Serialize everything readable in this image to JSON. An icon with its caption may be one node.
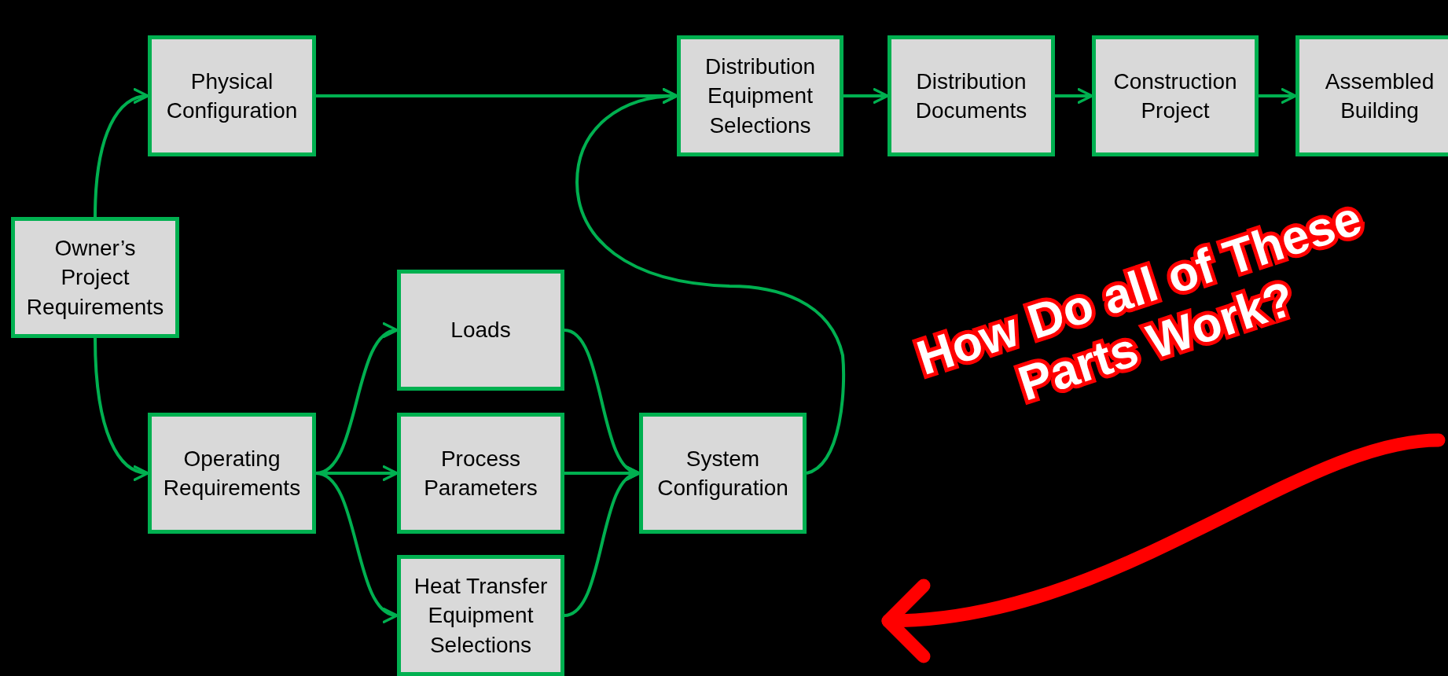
{
  "diagram": {
    "nodes": [
      {
        "text": [
          "Owner’s Project Requirements"
        ]
      },
      {
        "text": [
          "Physical Configuration"
        ]
      },
      {
        "text": [
          "Distribution Equipment Selections"
        ]
      },
      {
        "text": [
          "Distribution Documents"
        ]
      },
      {
        "text": [
          "Construction Project"
        ]
      },
      {
        "text": [
          "Assembled Building"
        ]
      },
      {
        "text": [
          "Operating Requirements"
        ]
      },
      {
        "text": [
          "Loads"
        ]
      },
      {
        "text": [
          "Process Parameters"
        ]
      },
      {
        "text": [
          "Heat Transfer Equipment Selections"
        ]
      },
      {
        "text": [
          "System Configuration"
        ]
      }
    ],
    "edges": [
      {
        "from": 0,
        "to": 1,
        "arrow": "to"
      },
      {
        "from": 0,
        "to": 6,
        "arrow": "to"
      },
      {
        "from": 1,
        "to": 2,
        "arrow": "to"
      },
      {
        "from": 2,
        "to": 3,
        "arrow": "to"
      },
      {
        "from": 3,
        "to": 4,
        "arrow": "to"
      },
      {
        "from": 4,
        "to": 5,
        "arrow": "to"
      },
      {
        "from": 6,
        "to": 7,
        "arrow": "to"
      },
      {
        "from": 6,
        "to": 8,
        "arrow": "to"
      },
      {
        "from": 6,
        "to": 9,
        "arrow": "to"
      },
      {
        "from": 7,
        "to": 10,
        "arrow": "to"
      },
      {
        "from": 8,
        "to": 10,
        "arrow": "to"
      },
      {
        "from": 9,
        "to": 10,
        "arrow": "to"
      },
      {
        "from": 10,
        "to": 2,
        "arrow": "to"
      }
    ],
    "labels": [
      "How Do all of These Parts Work?"
    ]
  }
}
